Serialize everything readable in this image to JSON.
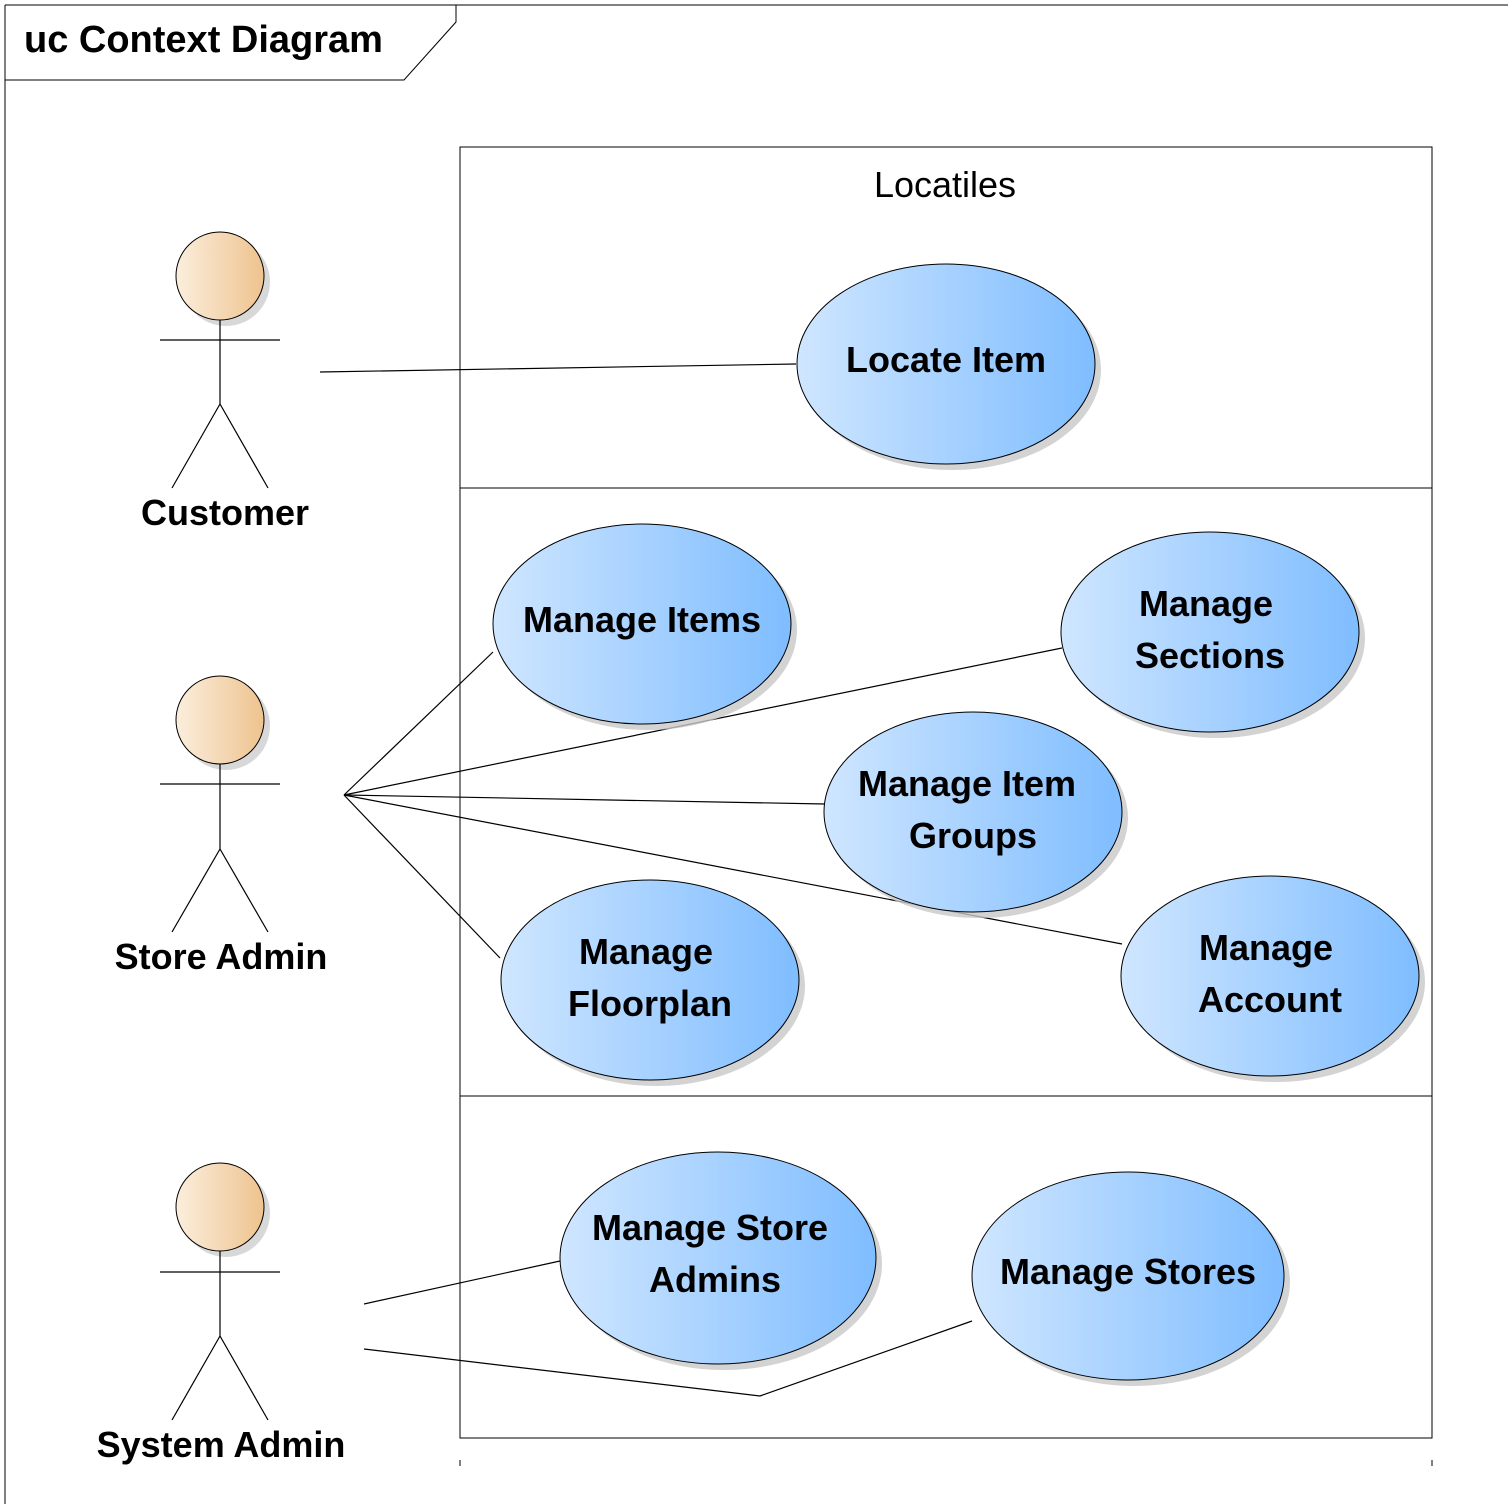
{
  "frame": {
    "title": "uc Context Diagram"
  },
  "system": {
    "title": "Locatiles"
  },
  "actors": [
    {
      "id": "customer",
      "label": "Customer"
    },
    {
      "id": "store-admin",
      "label": "Store Admin"
    },
    {
      "id": "system-admin",
      "label": "System Admin"
    }
  ],
  "use_cases": [
    {
      "id": "locate-item",
      "lines": [
        "Locate Item"
      ]
    },
    {
      "id": "manage-items",
      "lines": [
        "Manage Items"
      ]
    },
    {
      "id": "manage-sections",
      "lines": [
        "Manage",
        "Sections"
      ]
    },
    {
      "id": "manage-item-groups",
      "lines": [
        "Manage Item",
        "Groups"
      ]
    },
    {
      "id": "manage-floorplan",
      "lines": [
        "Manage",
        "Floorplan"
      ]
    },
    {
      "id": "manage-account",
      "lines": [
        "Manage",
        "Account"
      ]
    },
    {
      "id": "manage-store-admins",
      "lines": [
        "Manage Store",
        "Admins"
      ]
    },
    {
      "id": "manage-stores",
      "lines": [
        "Manage Stores"
      ]
    }
  ],
  "associations": [
    {
      "actor": "customer",
      "use_case": "locate-item"
    },
    {
      "actor": "store-admin",
      "use_case": "manage-items"
    },
    {
      "actor": "store-admin",
      "use_case": "manage-sections"
    },
    {
      "actor": "store-admin",
      "use_case": "manage-item-groups"
    },
    {
      "actor": "store-admin",
      "use_case": "manage-floorplan"
    },
    {
      "actor": "store-admin",
      "use_case": "manage-account"
    },
    {
      "actor": "system-admin",
      "use_case": "manage-store-admins"
    },
    {
      "actor": "system-admin",
      "use_case": "manage-stores"
    }
  ],
  "colors": {
    "use_case_fill_light": "#cfe6ff",
    "use_case_fill_dark": "#7fbdff",
    "actor_head_light": "#fbeedd",
    "actor_head_dark": "#eec38e",
    "shadow": "#c8c8c8"
  }
}
